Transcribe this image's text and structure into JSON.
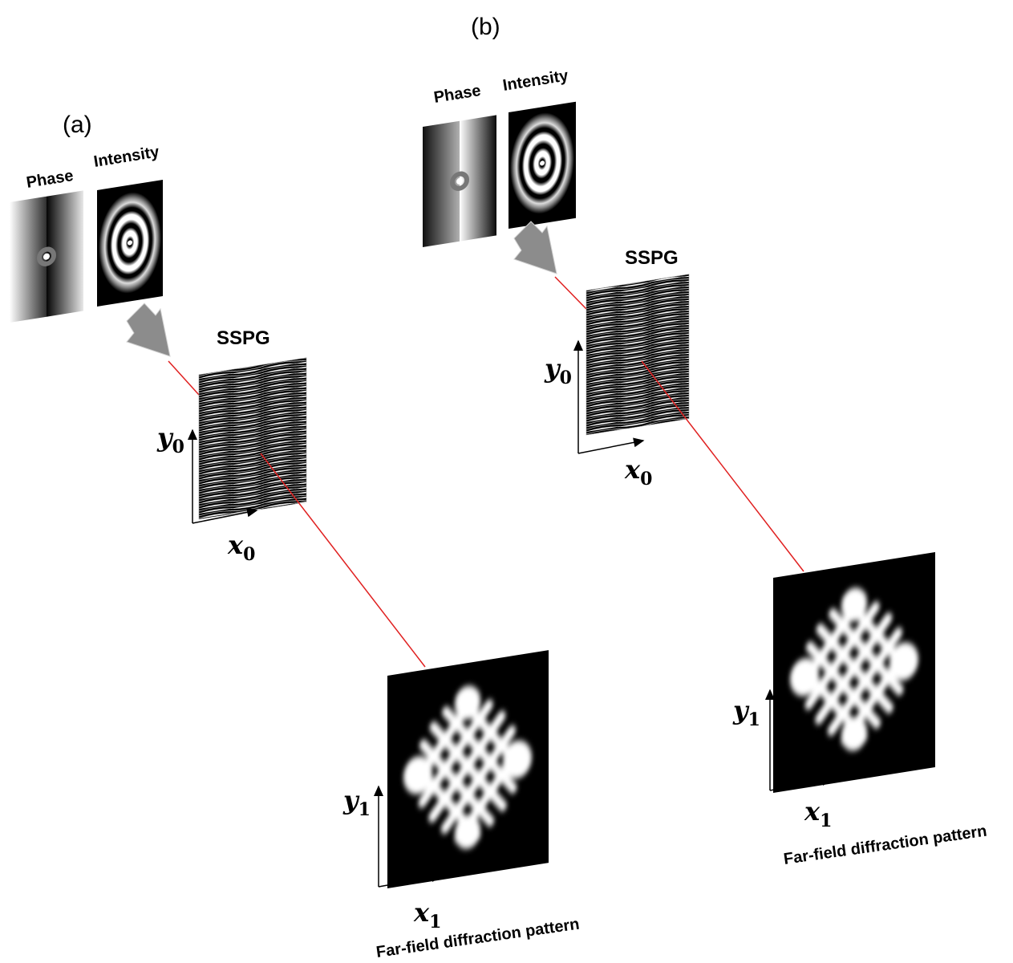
{
  "panels": [
    {
      "label": "(a)",
      "phase_label": "Phase",
      "intensity_label": "Intensity",
      "grating_label": "SSPG",
      "input_axes": {
        "x": "x",
        "x_sub": "0",
        "y": "y",
        "y_sub": "0"
      },
      "output_axes": {
        "x": "x",
        "x_sub": "1",
        "y": "y",
        "y_sub": "1"
      },
      "caption": "Far-field diffraction pattern"
    },
    {
      "label": "(b)",
      "phase_label": "Phase",
      "intensity_label": "Intensity",
      "grating_label": "SSPG",
      "input_axes": {
        "x": "x",
        "x_sub": "0",
        "y": "y",
        "y_sub": "0"
      },
      "output_axes": {
        "x": "x",
        "x_sub": "1",
        "y": "y",
        "y_sub": "1"
      },
      "caption": "Far-field diffraction pattern"
    }
  ],
  "colors": {
    "beam": "#e02020",
    "arrow": "#8c8c8c",
    "background": "#ffffff",
    "pattern_bg": "#000000"
  }
}
